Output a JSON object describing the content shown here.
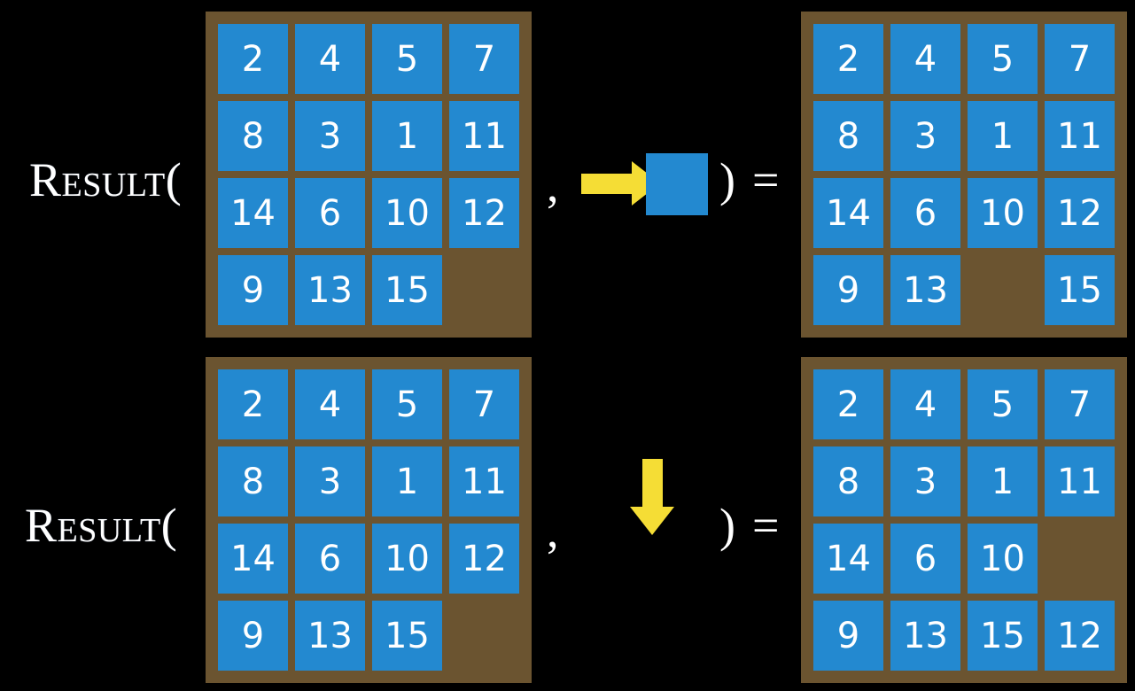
{
  "background_color": "#000000",
  "palette": {
    "board_brown": "#6b5430",
    "tile_blue": "#2389d0",
    "arrow_yellow": "#f5dd35",
    "text_white": "#ffffff"
  },
  "rows": [
    {
      "label": "Result(",
      "comma": ",",
      "close_paren": ")",
      "equals": "=",
      "operator": {
        "icon": "arrow-right-icon",
        "direction": "right",
        "tile_label": ""
      },
      "input_board": {
        "name": "input-board-row-1",
        "size": 4,
        "cells": [
          "2",
          "4",
          "5",
          "7",
          "8",
          "3",
          "1",
          "11",
          "14",
          "6",
          "10",
          "12",
          "9",
          "13",
          "15",
          ""
        ]
      },
      "output_board": {
        "name": "output-board-row-1",
        "size": 4,
        "cells": [
          "2",
          "4",
          "5",
          "7",
          "8",
          "3",
          "1",
          "11",
          "14",
          "6",
          "10",
          "12",
          "9",
          "13",
          "",
          "15"
        ]
      }
    },
    {
      "label": "Result(",
      "comma": ",",
      "close_paren": ")",
      "equals": "=",
      "operator": {
        "icon": "arrow-down-icon",
        "direction": "down",
        "tile_label": ""
      },
      "input_board": {
        "name": "input-board-row-2",
        "size": 4,
        "cells": [
          "2",
          "4",
          "5",
          "7",
          "8",
          "3",
          "1",
          "11",
          "14",
          "6",
          "10",
          "12",
          "9",
          "13",
          "15",
          ""
        ]
      },
      "output_board": {
        "name": "output-board-row-2",
        "size": 4,
        "cells": [
          "2",
          "4",
          "5",
          "7",
          "8",
          "3",
          "1",
          "11",
          "14",
          "6",
          "10",
          "",
          "9",
          "13",
          "15",
          "12"
        ]
      }
    }
  ]
}
